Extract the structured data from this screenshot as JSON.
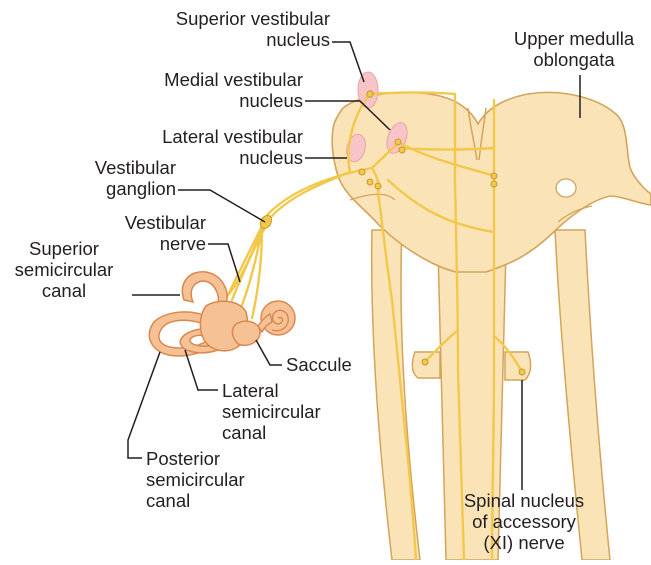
{
  "labels": {
    "superior_vestibular_nucleus": "Superior vestibular\nnucleus",
    "medial_vestibular_nucleus": "Medial vestibular\nnucleus",
    "lateral_vestibular_nucleus": "Lateral vestibular\nnucleus",
    "vestibular_ganglion": "Vestibular\nganglion",
    "vestibular_nerve": "Vestibular\nnerve",
    "superior_semicircular_canal": "Superior\nsemicircular\ncanal",
    "upper_medulla_oblongata": "Upper medulla\noblongata",
    "saccule": "Saccule",
    "lateral_semicircular_canal": "Lateral\nsemicircular\ncanal",
    "posterior_semicircular_canal": "Posterior\nsemicircular\ncanal",
    "spinal_nucleus_accessory_nerve": "Spinal nucleus\nof accessory\n(XI) nerve"
  },
  "colors": {
    "medulla_fill": "#fbe3b8",
    "medulla_stroke": "#d3a45a",
    "nerve": "#f2c84b",
    "nerve_dark": "#c79a2a",
    "nucleus": "#f7c5c8",
    "labyrinth_fill": "#f6c195",
    "labyrinth_stroke": "#d9884f",
    "leader": "#231f20",
    "text": "#231f20"
  }
}
